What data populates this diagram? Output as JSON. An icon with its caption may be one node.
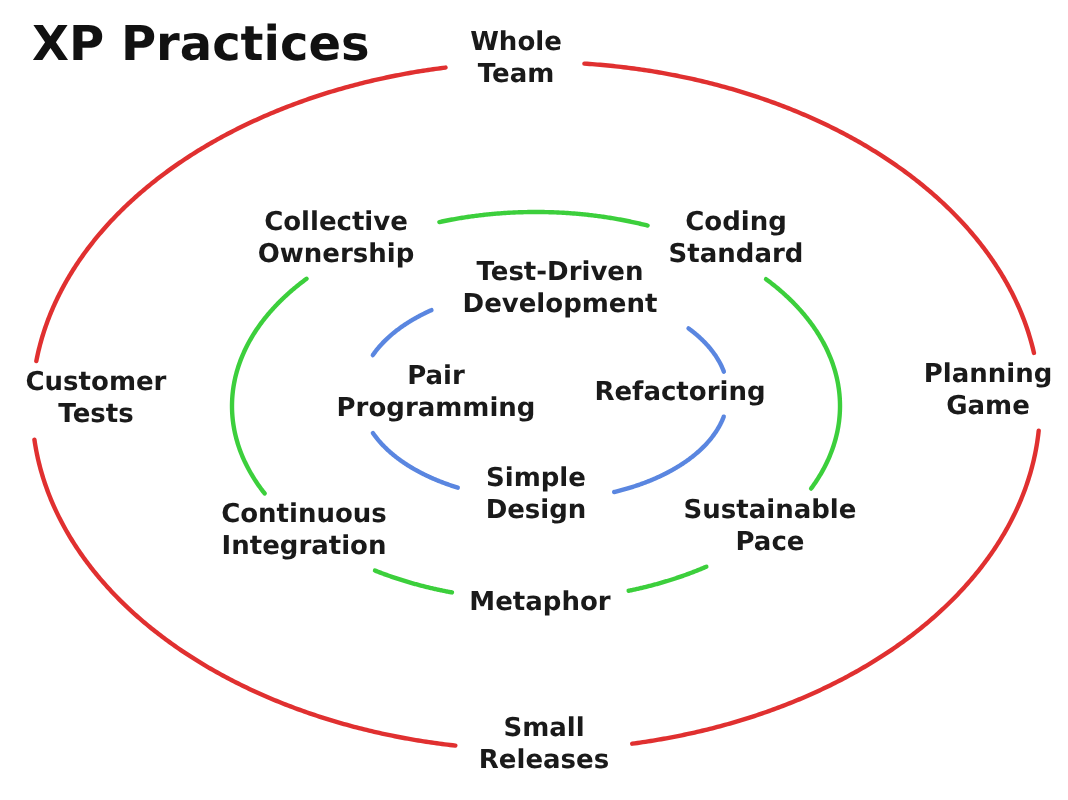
{
  "diagram": {
    "title": "XP Practices",
    "nodes": [
      {
        "text": [
          "Whole Team"
        ]
      },
      {
        "text": [
          "Collective Ownership"
        ]
      },
      {
        "text": [
          "Coding Standard"
        ]
      },
      {
        "text": [
          "Test-Driven Development"
        ]
      },
      {
        "text": [
          "Customer Tests"
        ]
      },
      {
        "text": [
          "Pair Programming"
        ]
      },
      {
        "text": [
          "Refactoring"
        ]
      },
      {
        "text": [
          "Planning Game"
        ]
      },
      {
        "text": [
          "Continuous Integration"
        ]
      },
      {
        "text": [
          "Simple Design"
        ]
      },
      {
        "text": [
          "Sustainable Pace"
        ]
      },
      {
        "text": [
          "Metaphor"
        ]
      },
      {
        "text": [
          "Small Releases"
        ]
      }
    ],
    "edges": [
      {
        "from": 0,
        "to": 7,
        "arrow": "none",
        "color": "#e03030"
      },
      {
        "from": 7,
        "to": 12,
        "arrow": "none",
        "color": "#e03030"
      },
      {
        "from": 12,
        "to": 4,
        "arrow": "none",
        "color": "#e03030"
      },
      {
        "from": 4,
        "to": 0,
        "arrow": "none",
        "color": "#e03030"
      },
      {
        "from": 1,
        "to": 2,
        "arrow": "none",
        "color": "#3ccf3c"
      },
      {
        "from": 2,
        "to": 10,
        "arrow": "none",
        "color": "#3ccf3c"
      },
      {
        "from": 10,
        "to": 11,
        "arrow": "none",
        "color": "#3ccf3c"
      },
      {
        "from": 11,
        "to": 8,
        "arrow": "none",
        "color": "#3ccf3c"
      },
      {
        "from": 8,
        "to": 1,
        "arrow": "none",
        "color": "#3ccf3c"
      },
      {
        "from": 3,
        "to": 6,
        "arrow": "none",
        "color": "#5a86e0"
      },
      {
        "from": 6,
        "to": 9,
        "arrow": "none",
        "color": "#5a86e0"
      },
      {
        "from": 9,
        "to": 5,
        "arrow": "none",
        "color": "#5a86e0"
      },
      {
        "from": 5,
        "to": 3,
        "arrow": "none",
        "color": "#5a86e0"
      }
    ]
  }
}
